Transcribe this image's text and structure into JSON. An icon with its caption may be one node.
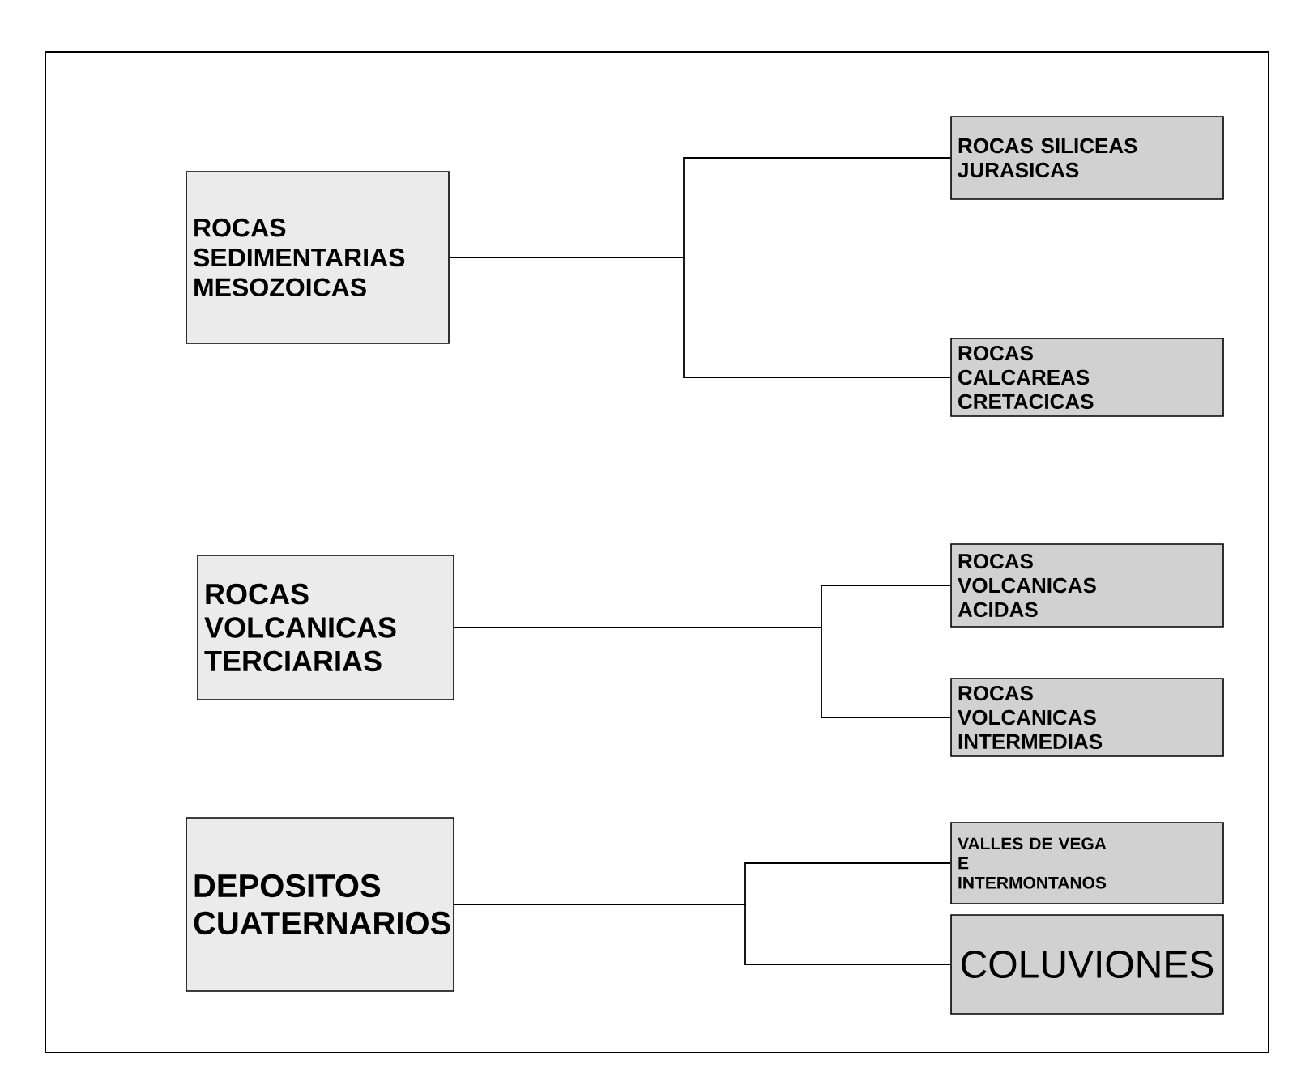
{
  "diagram": {
    "nodes": [
      {
        "text": [
          "ROCAS SEDIMENTARIAS MESOZOICAS"
        ]
      },
      {
        "text": [
          "ROCAS SILICEAS JURASICAS"
        ]
      },
      {
        "text": [
          "ROCAS CALCAREAS CRETACICAS"
        ]
      },
      {
        "text": [
          "ROCAS VOLCANICAS TERCIARIAS"
        ]
      },
      {
        "text": [
          "ROCAS VOLCANICAS ACIDAS"
        ]
      },
      {
        "text": [
          "ROCAS VOLCANICAS INTERMEDIAS"
        ]
      },
      {
        "text": [
          "DEPOSITOS CUATERNARIOS"
        ]
      },
      {
        "text": [
          "VALLES DE VEGA E INTERMONTANOS"
        ]
      },
      {
        "text": [
          "COLUVIONES"
        ]
      }
    ],
    "edges": [
      {
        "from": 0,
        "to": 1,
        "arrow": "none"
      },
      {
        "from": 0,
        "to": 2,
        "arrow": "none"
      },
      {
        "from": 3,
        "to": 4,
        "arrow": "none"
      },
      {
        "from": 3,
        "to": 5,
        "arrow": "none"
      },
      {
        "from": 6,
        "to": 7,
        "arrow": "none"
      },
      {
        "from": 6,
        "to": 8,
        "arrow": "none"
      }
    ]
  }
}
